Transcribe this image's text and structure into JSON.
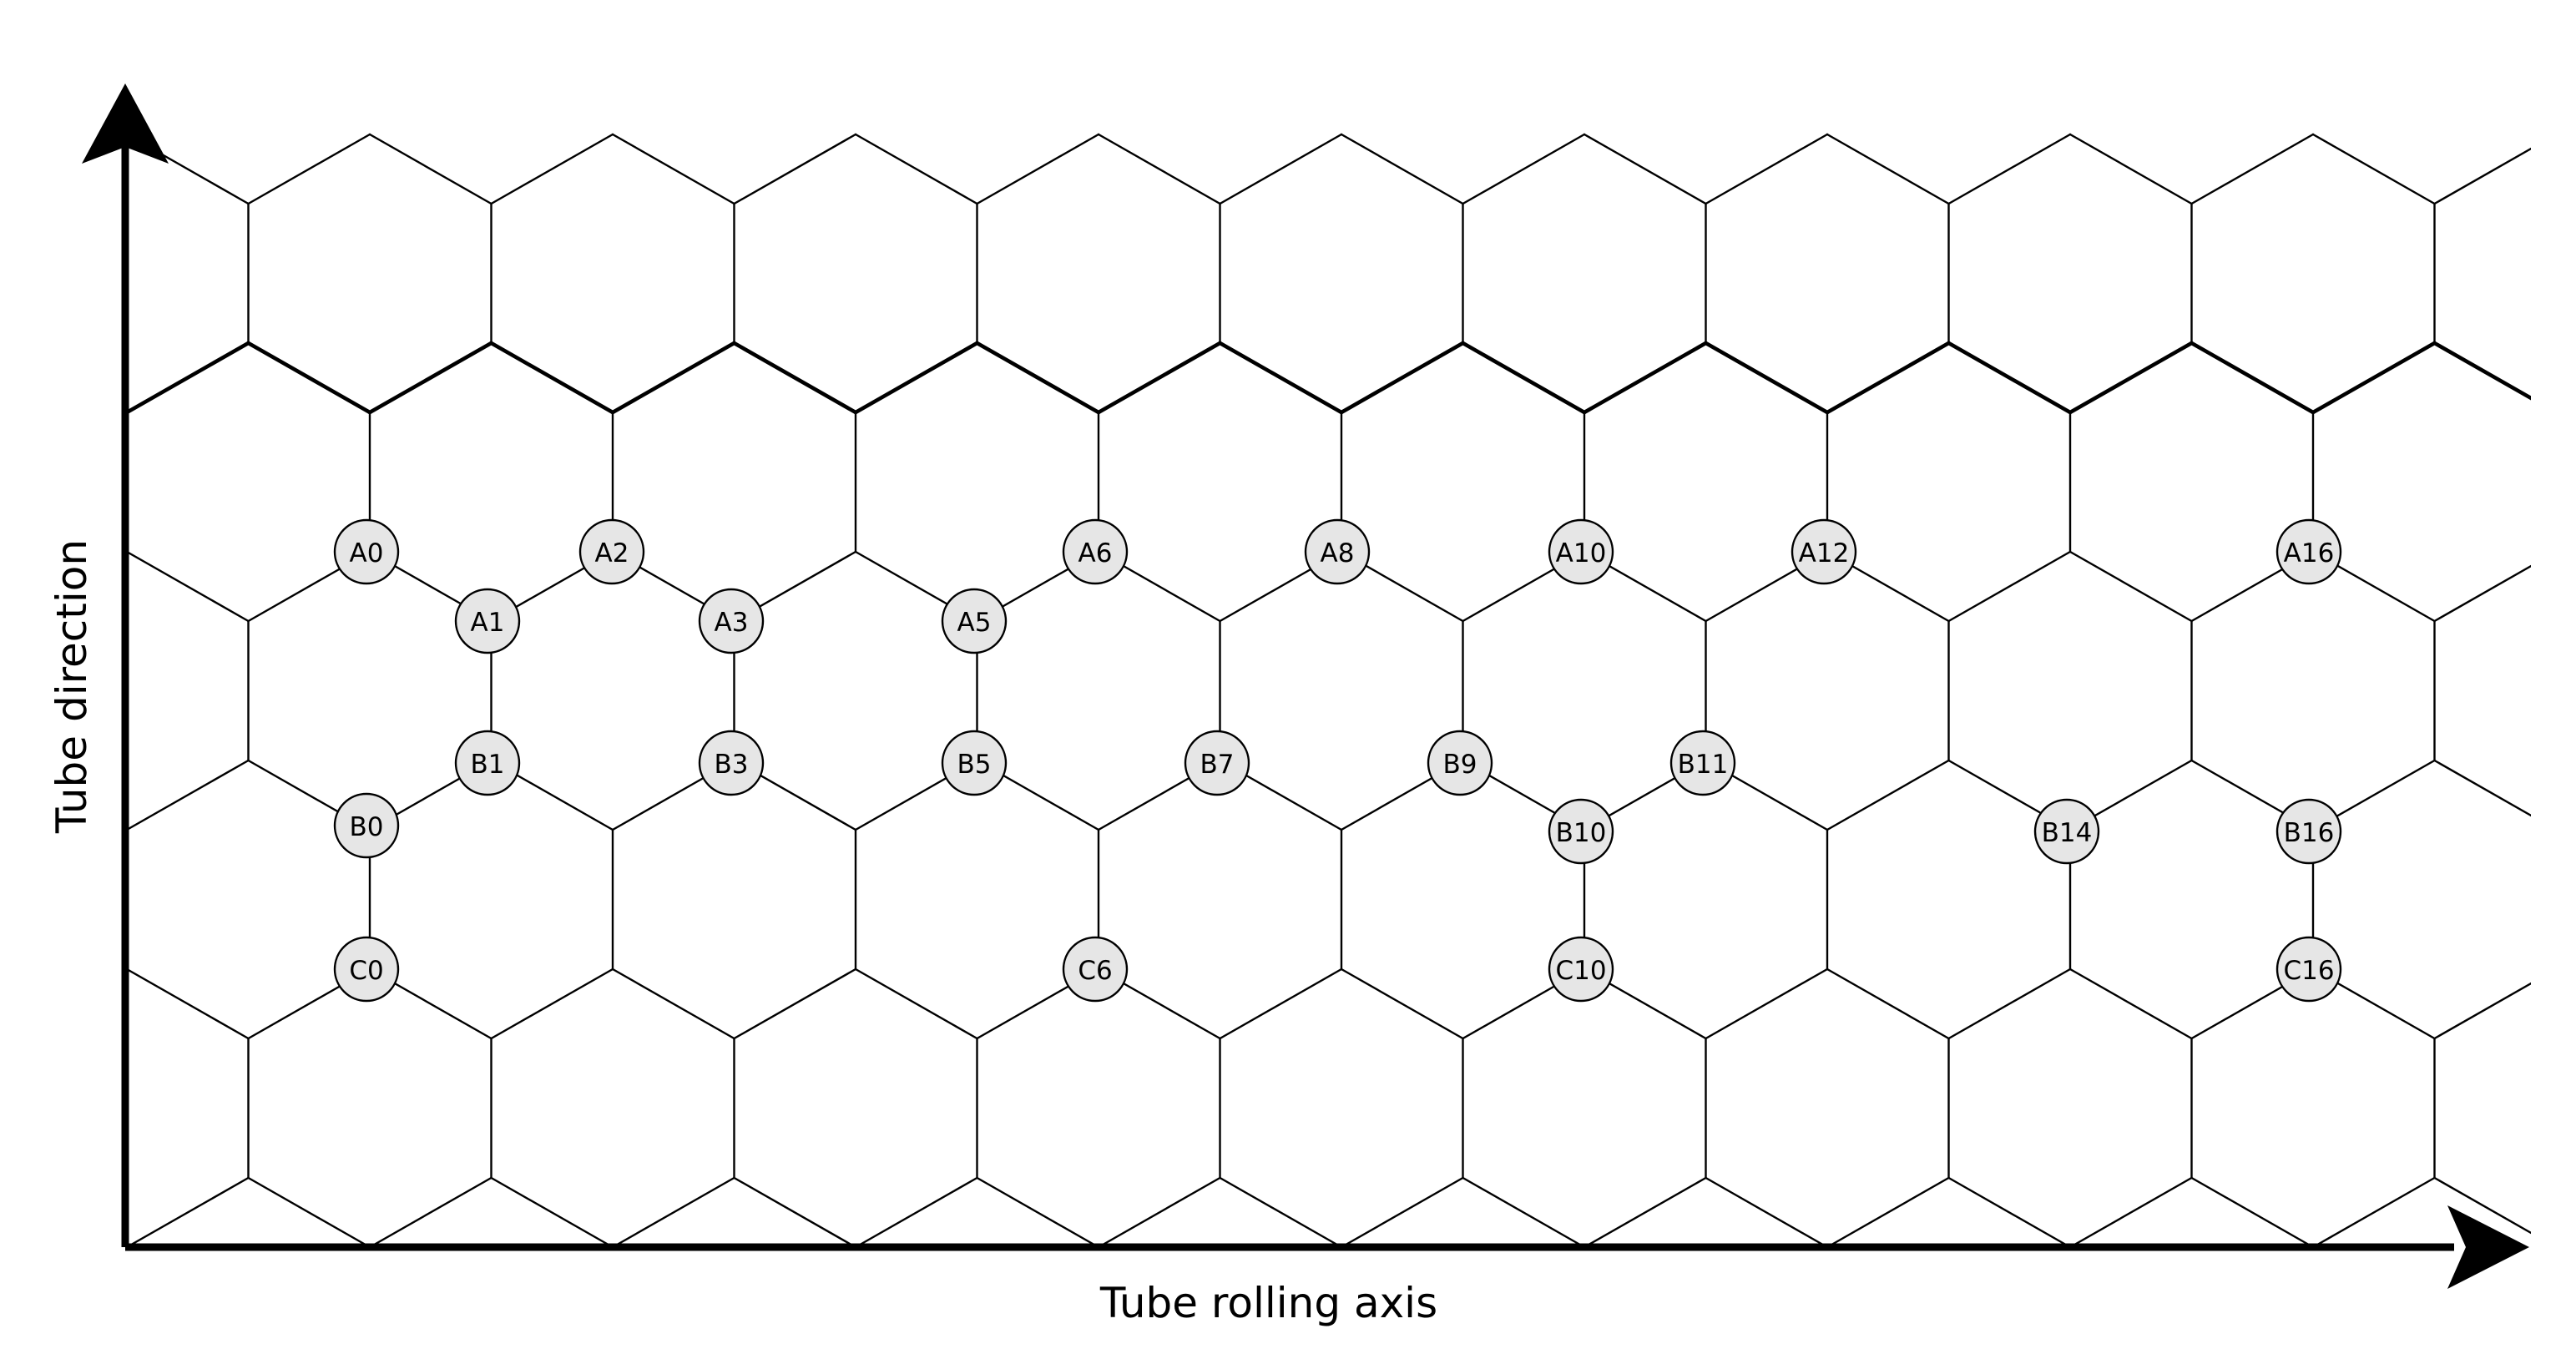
{
  "axes": {
    "x_label": "Tube rolling axis",
    "y_label": "Tube direction"
  },
  "atoms": [
    {
      "id": "A0"
    },
    {
      "id": "A1"
    },
    {
      "id": "A2"
    },
    {
      "id": "A3"
    },
    {
      "id": "A5"
    },
    {
      "id": "A6"
    },
    {
      "id": "A8"
    },
    {
      "id": "A10"
    },
    {
      "id": "A12"
    },
    {
      "id": "A16"
    },
    {
      "id": "B0"
    },
    {
      "id": "B1"
    },
    {
      "id": "B3"
    },
    {
      "id": "B5"
    },
    {
      "id": "B7"
    },
    {
      "id": "B9"
    },
    {
      "id": "B10"
    },
    {
      "id": "B11"
    },
    {
      "id": "B14"
    },
    {
      "id": "B16"
    },
    {
      "id": "C0"
    },
    {
      "id": "C6"
    },
    {
      "id": "C10"
    },
    {
      "id": "C16"
    }
  ],
  "colors": {
    "atom_fill": "#e6e6e6",
    "line": "#000000"
  }
}
